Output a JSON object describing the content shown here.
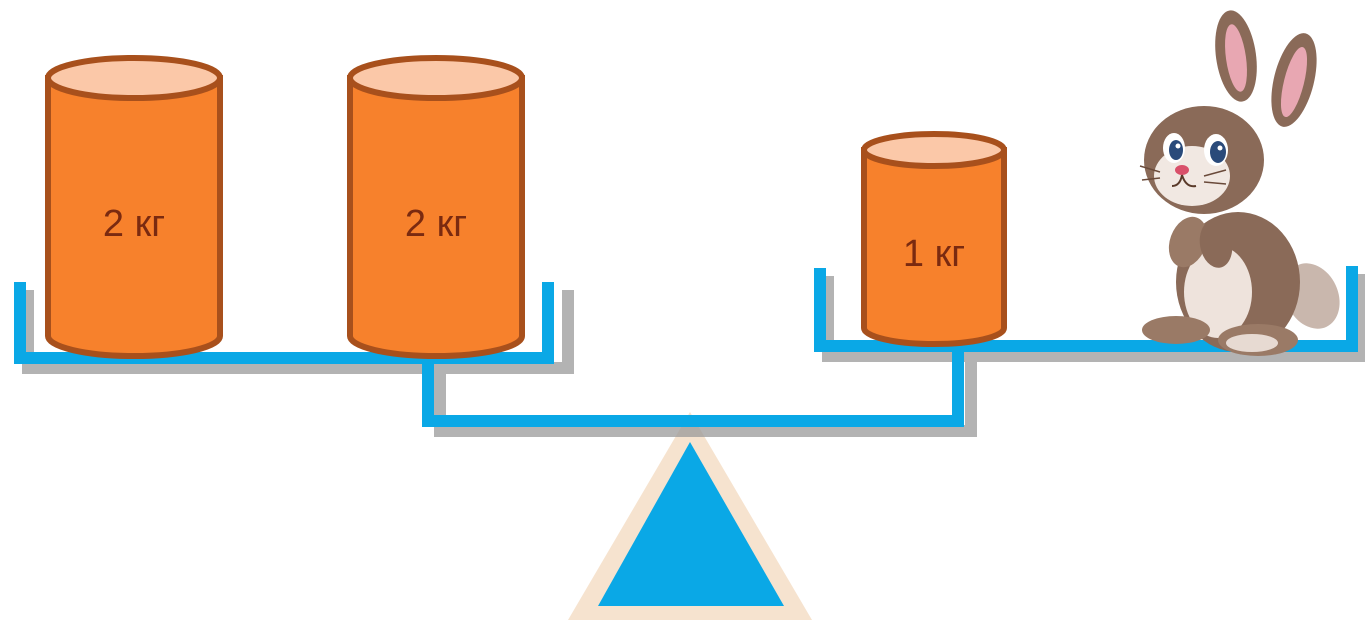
{
  "weights": [
    {
      "label": "2 кг",
      "side": "left"
    },
    {
      "label": "2 кг",
      "side": "left"
    },
    {
      "label": "1 кг",
      "side": "right"
    }
  ],
  "right_pan_animal": "rabbit",
  "colors": {
    "beam": "#0aa8e6",
    "shadow": "#9a9a9a",
    "weight_body": "#f7812c",
    "weight_top": "#fbc8a8",
    "weight_outline": "#a8501c",
    "fulcrum": "#0aa8e6",
    "fulcrum_border": "#f6e3cf"
  }
}
